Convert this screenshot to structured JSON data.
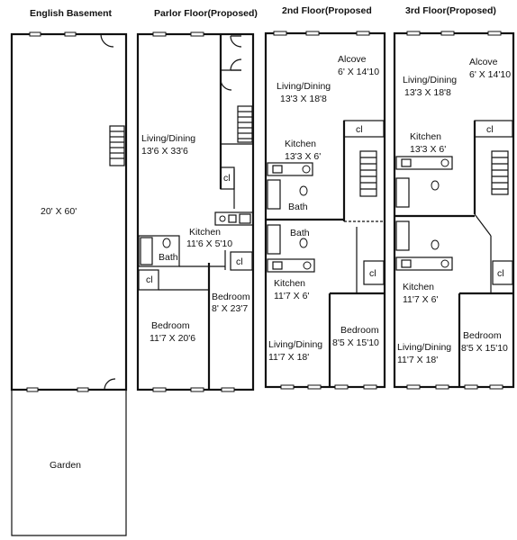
{
  "floors": [
    {
      "title": "English Basement",
      "rooms": [
        {
          "name": "20' X 60'"
        },
        {
          "name": "Garden"
        }
      ]
    },
    {
      "title": "Parlor Floor(Proposed)",
      "rooms": [
        {
          "name": "Living/Dining",
          "dims": "13'6 X 33'6"
        },
        {
          "name": "Kitchen",
          "dims": "11'6 X 5'10"
        },
        {
          "name": "Bath"
        },
        {
          "name": "Bedroom",
          "dims": "8' X 23'7"
        },
        {
          "name": "Bedroom",
          "dims": "11'7 X 20'6"
        }
      ],
      "closets": [
        "cl",
        "cl",
        "cl"
      ]
    },
    {
      "title": "2nd Floor(Proposed",
      "rooms": [
        {
          "name": "Alcove",
          "dims": "6' X 14'10"
        },
        {
          "name": "Living/Dining",
          "dims": "13'3 X 18'8"
        },
        {
          "name": "Kitchen",
          "dims": "13'3 X 6'"
        },
        {
          "name": "Bath"
        },
        {
          "name": "Bath"
        },
        {
          "name": "Kitchen",
          "dims": "11'7 X 6'"
        },
        {
          "name": "Bedroom",
          "dims": "8'5 X 15'10"
        },
        {
          "name": "Living/Dining",
          "dims": "11'7 X 18'"
        }
      ],
      "closets": [
        "cl",
        "cl"
      ]
    },
    {
      "title": "3rd Floor(Proposed)",
      "rooms": [
        {
          "name": "Living/Dining",
          "dims": "13'3 X 18'8"
        },
        {
          "name": "Alcove",
          "dims": "6' X 14'10"
        },
        {
          "name": "Kitchen",
          "dims": "13'3 X 6'"
        },
        {
          "name": "Kitchen",
          "dims": "11'7 X 6'"
        },
        {
          "name": "Bedroom",
          "dims": "8'5 X 15'10"
        },
        {
          "name": "Living/Dining",
          "dims": "11'7 X 18'"
        }
      ],
      "closets": [
        "cl",
        "cl"
      ]
    }
  ]
}
